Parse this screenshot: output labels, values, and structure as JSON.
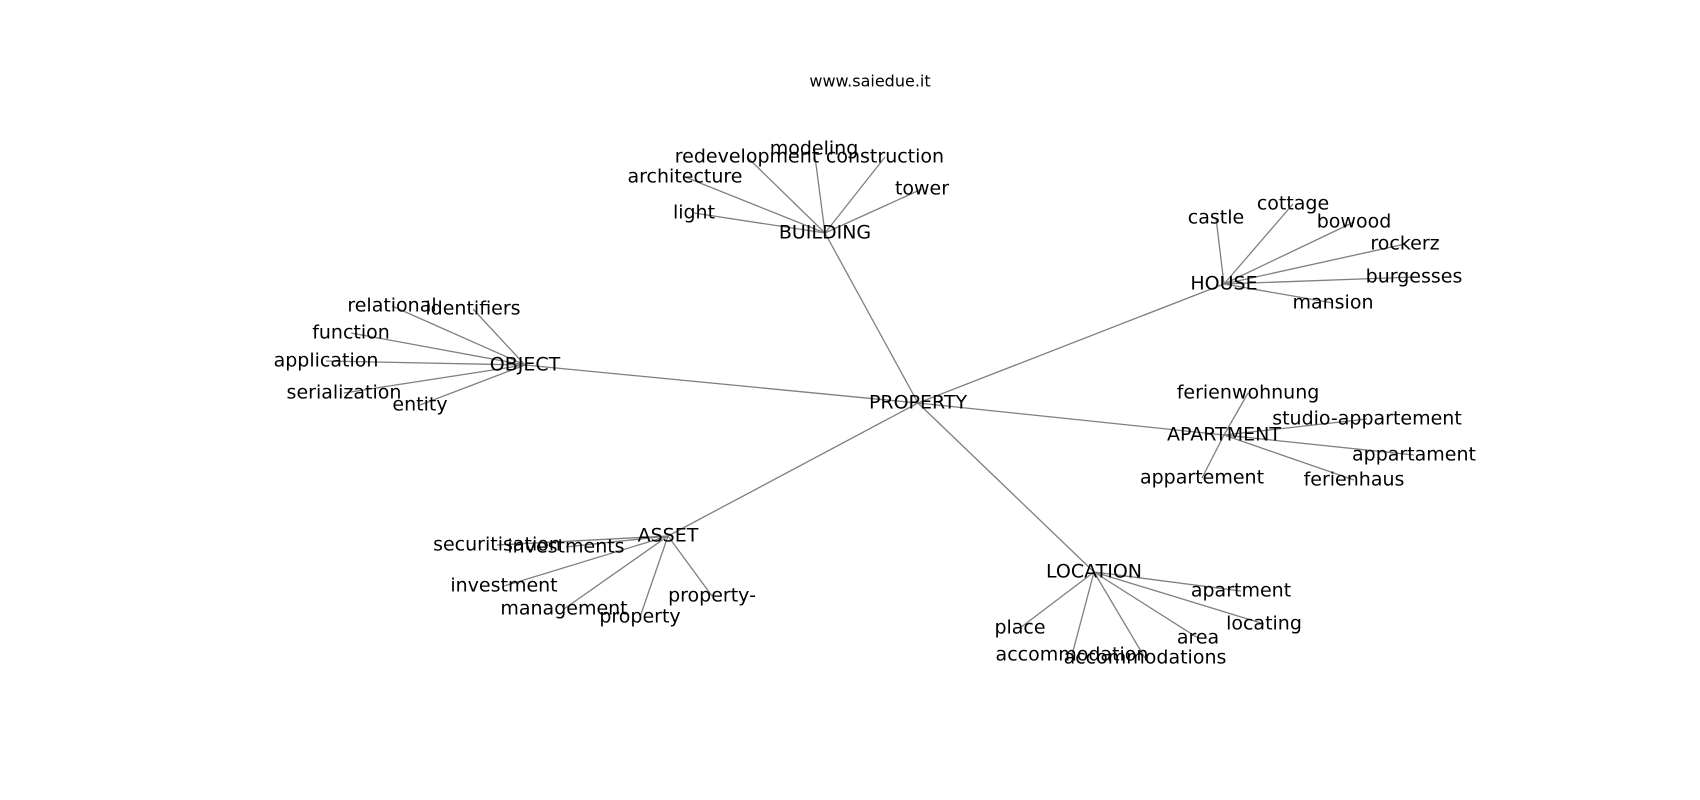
{
  "site_label": "www.saiedue.it",
  "graph": {
    "root": "PROPERTY",
    "edge_color": "#7f7f7f",
    "hubs": [
      {
        "label": "BUILDING",
        "leaves": [
          "redevelopment",
          "modeling",
          "construction",
          "architecture",
          "tower",
          "light"
        ]
      },
      {
        "label": "HOUSE",
        "leaves": [
          "castle",
          "cottage",
          "bowood",
          "rockerz",
          "burgesses",
          "mansion"
        ]
      },
      {
        "label": "OBJECT",
        "leaves": [
          "relational",
          "identifiers",
          "function",
          "application",
          "serialization",
          "entity"
        ]
      },
      {
        "label": "APARTMENT",
        "leaves": [
          "ferienwohnung",
          "studio-appartement",
          "appartament",
          "appartement",
          "ferienhaus"
        ]
      },
      {
        "label": "ASSET",
        "leaves": [
          "securitisation",
          "investments",
          "investment",
          "management",
          "property",
          "property-"
        ]
      },
      {
        "label": "LOCATION",
        "leaves": [
          "apartment",
          "locating",
          "place",
          "area",
          "accommodation",
          "accommodations"
        ]
      }
    ]
  }
}
